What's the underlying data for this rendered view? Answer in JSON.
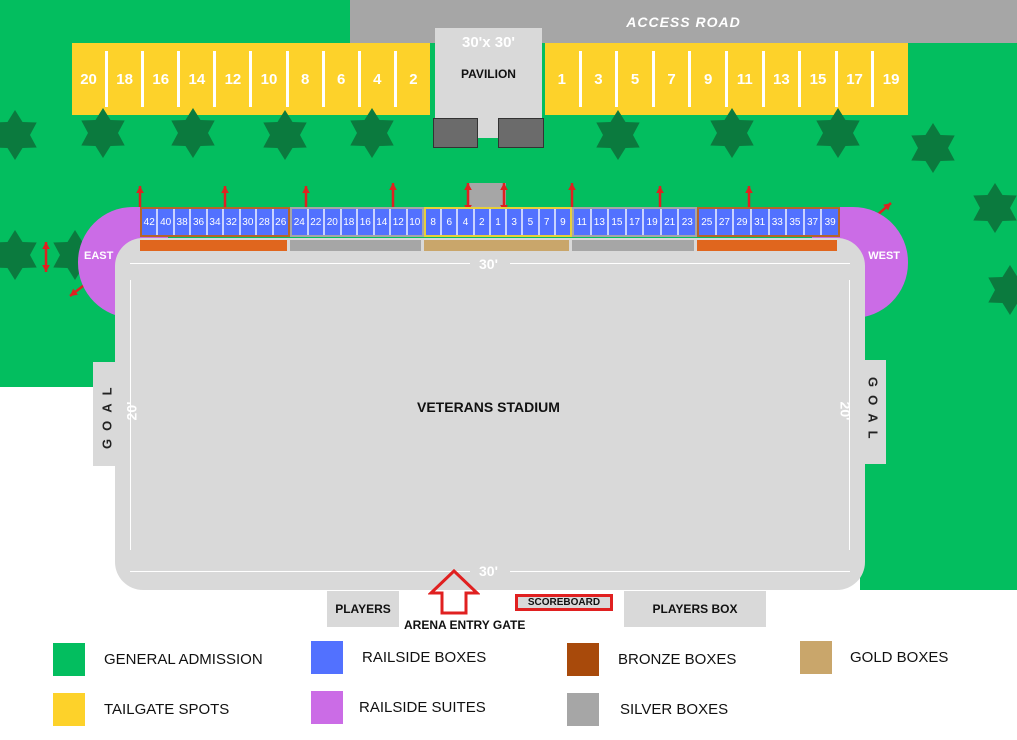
{
  "access_road": "ACCESS ROAD",
  "pavilion": {
    "size": "30'x 30'",
    "label": "PAVILION"
  },
  "tailgate_left": [
    "20",
    "18",
    "16",
    "14",
    "12",
    "10",
    "8",
    "6",
    "4",
    "2"
  ],
  "tailgate_right": [
    "1",
    "3",
    "5",
    "7",
    "9",
    "11",
    "13",
    "15",
    "17",
    "19"
  ],
  "suites": {
    "east": "EAST",
    "west": "WEST"
  },
  "box_groups": [
    {
      "type": "bronze",
      "boxes": [
        "42",
        "40",
        "38",
        "36",
        "34",
        "32",
        "30",
        "28",
        "26"
      ]
    },
    {
      "type": "silver",
      "boxes": [
        "24",
        "22",
        "20",
        "18",
        "16",
        "14",
        "12",
        "10"
      ]
    },
    {
      "type": "gold",
      "boxes": [
        "8",
        "6",
        "4",
        "2",
        "1",
        "3",
        "5",
        "7",
        "9"
      ]
    },
    {
      "type": "silver",
      "boxes": [
        "11",
        "13",
        "15",
        "17",
        "19",
        "21",
        "23"
      ]
    },
    {
      "type": "bronze",
      "boxes": [
        "25",
        "27",
        "29",
        "31",
        "33",
        "35",
        "37",
        "39"
      ]
    }
  ],
  "stadium": {
    "name": "VETERANS STADIUM",
    "width_label": "30'",
    "end_label": "20'",
    "goal": "GOAL"
  },
  "bottom": {
    "players": "PLAYERS",
    "players_box": "PLAYERS BOX",
    "scoreboard": "SCOREBOARD",
    "gate": "ARENA ENTRY GATE"
  },
  "legend": [
    {
      "label": "GENERAL ADMISSION",
      "color": "#03be5f"
    },
    {
      "label": "RAILSIDE BOXES",
      "color": "#5271ff"
    },
    {
      "label": "BRONZE BOXES",
      "color": "#a84a0b"
    },
    {
      "label": "GOLD BOXES",
      "color": "#c9a66b"
    },
    {
      "label": "TAILGATE SPOTS",
      "color": "#fdd22a"
    },
    {
      "label": "RAILSIDE SUITES",
      "color": "#cb6ce6"
    },
    {
      "label": "SILVER BOXES",
      "color": "#a6a6a6"
    }
  ],
  "colors": {
    "bronze_frame": "#b5652a",
    "bronze_strip": "#e0661e",
    "silver": "#a6a6a6",
    "gold_frame": "#e8cf3a",
    "gold_strip": "#c9a66b",
    "tree": "#0b7a3e",
    "arrow": "#e02020"
  }
}
